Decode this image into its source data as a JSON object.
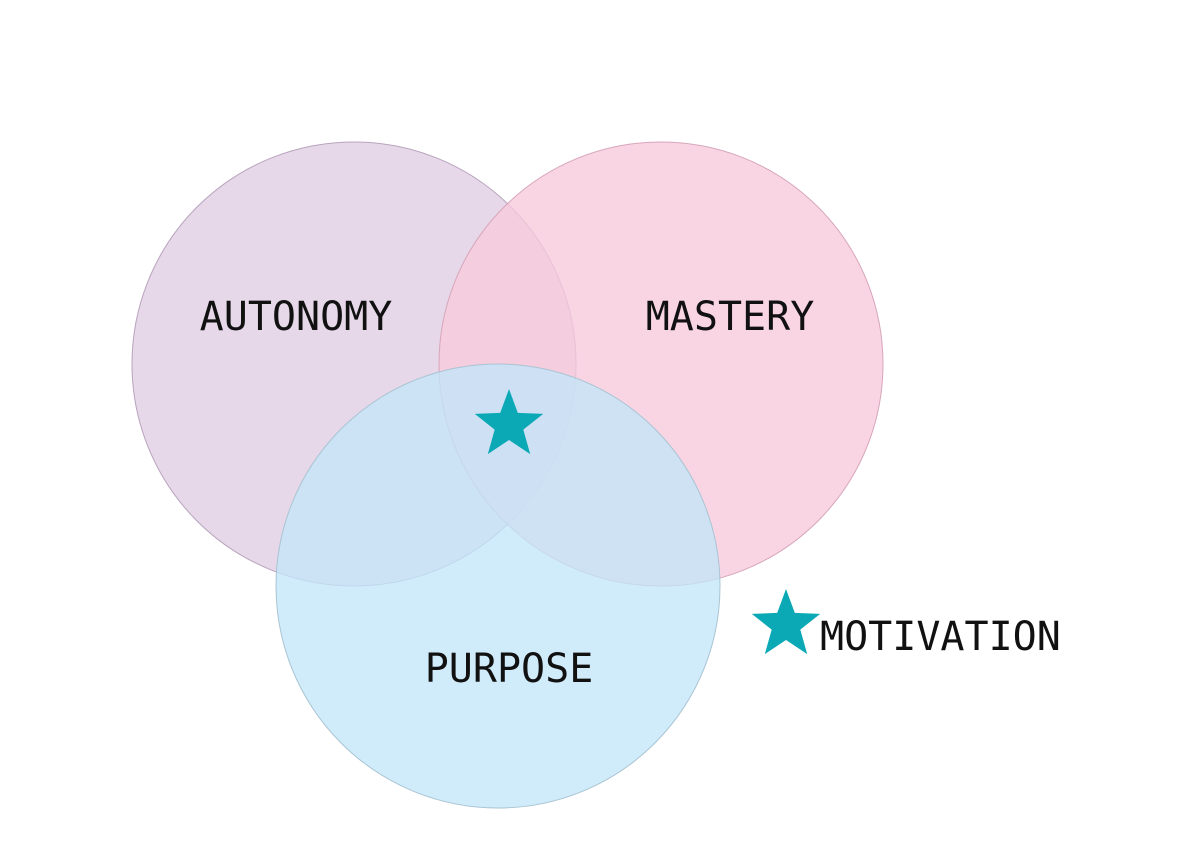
{
  "diagram": {
    "sets": [
      {
        "id": "autonomy",
        "label": "AUTONOMY",
        "fill": "#e6d8e9",
        "stroke": "#b9a3bd"
      },
      {
        "id": "mastery",
        "label": "MASTERY",
        "fill": "#f7c9dd",
        "stroke": "#d7a6bb"
      },
      {
        "id": "purpose",
        "label": "PURPOSE",
        "fill": "#c3e6f8",
        "stroke": "#a9c4d3"
      }
    ],
    "center_marker": {
      "icon": "star-icon",
      "color": "#0ba9b5"
    },
    "legend": {
      "icon": "star-icon",
      "label": "MOTIVATION",
      "color": "#0ba9b5"
    }
  }
}
